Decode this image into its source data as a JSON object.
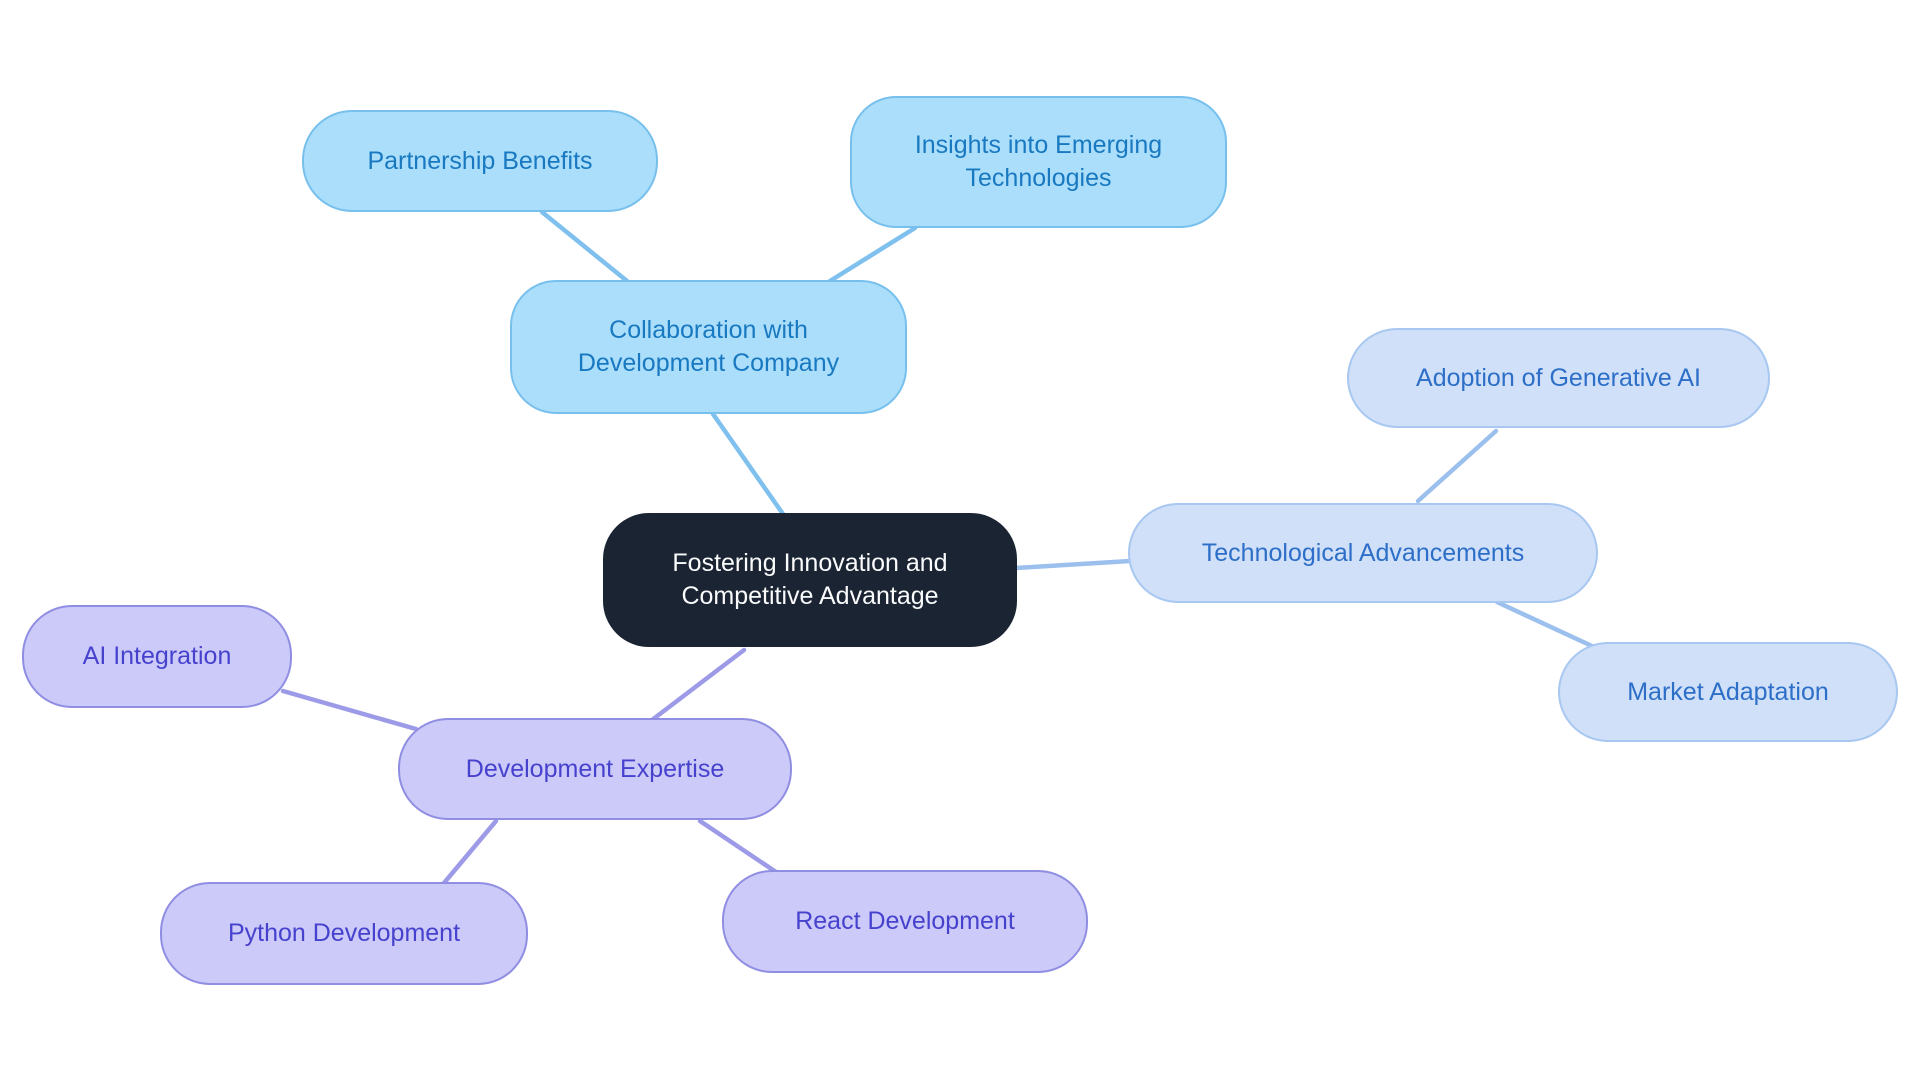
{
  "diagram": {
    "type": "mindmap",
    "structure": {
      "root": "Fostering Innovation and Competitive Advantage",
      "branches": [
        {
          "label": "Collaboration with Development Company",
          "children": [
            "Partnership Benefits",
            "Insights into Emerging Technologies"
          ]
        },
        {
          "label": "Technological Advancements",
          "children": [
            "Adoption of Generative AI",
            "Market Adaptation"
          ]
        },
        {
          "label": "Development Expertise",
          "children": [
            "AI Integration",
            "Python Development",
            "React Development"
          ]
        }
      ]
    }
  },
  "palette": {
    "background": "#ffffff",
    "root_fill": "#1b2433",
    "root_text": "#fafbfc",
    "blue_fill": "#abdefb",
    "blue_border": "#77c0ed",
    "blue_text": "#1879c0",
    "blue_edge": "#7fc0ee",
    "peri_fill": "#cfe0f8",
    "peri_border": "#a8c7f1",
    "peri_text": "#2d6fc8",
    "peri_edge": "#9cc0ed",
    "purple_fill": "#cbcaf8",
    "purple_border": "#908ee2",
    "purple_text": "#4742ce",
    "purple_edge": "#9d9be8"
  }
}
